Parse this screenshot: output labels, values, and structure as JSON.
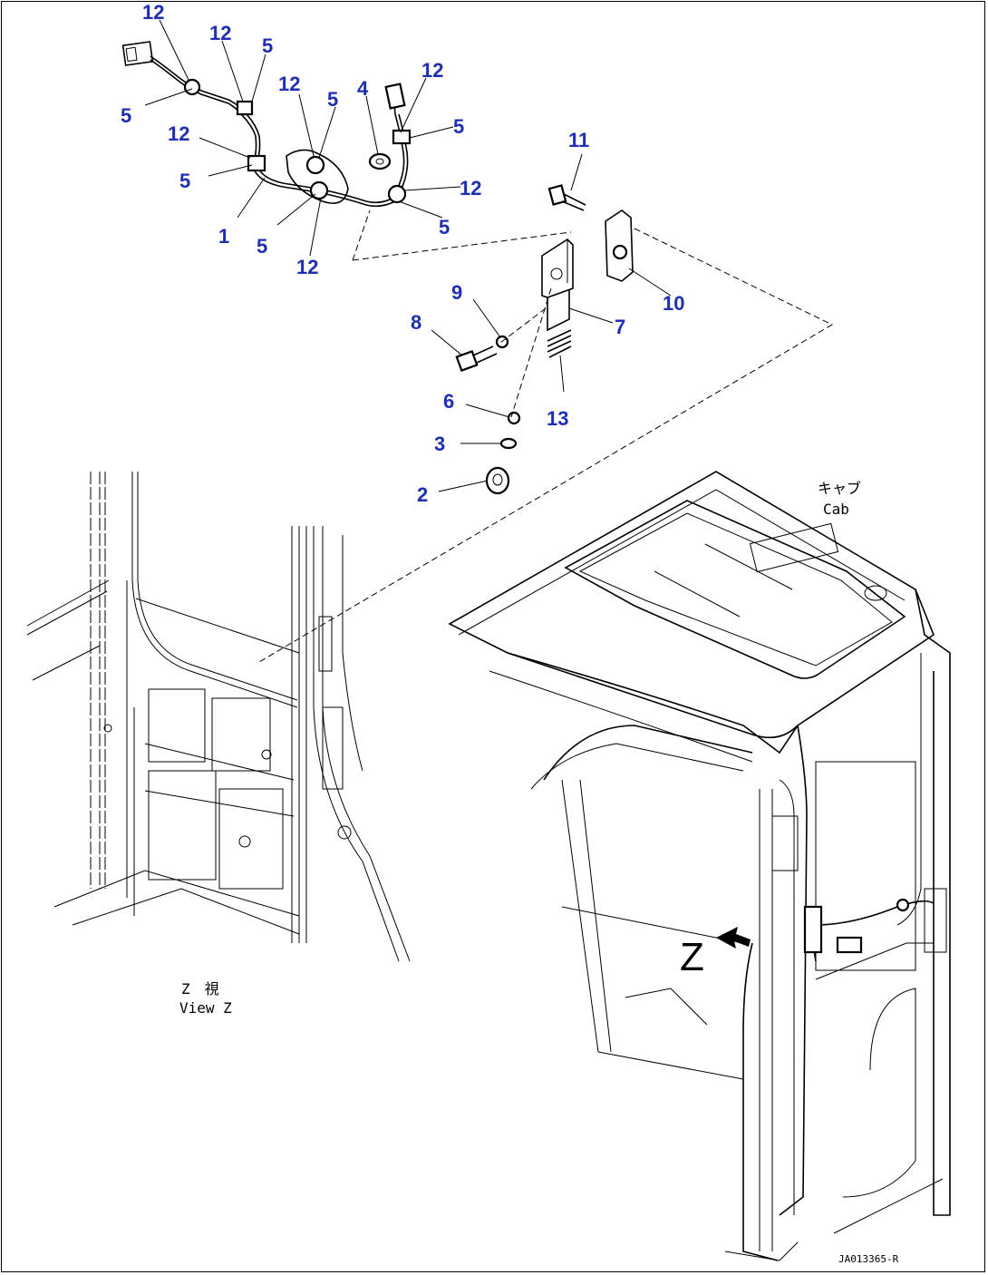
{
  "callouts": [
    {
      "id": "c12a",
      "text": "12"
    },
    {
      "id": "c12b",
      "text": "12"
    },
    {
      "id": "c5a",
      "text": "5"
    },
    {
      "id": "c12c",
      "text": "12"
    },
    {
      "id": "c5b",
      "text": "5"
    },
    {
      "id": "c4",
      "text": "4"
    },
    {
      "id": "c12d",
      "text": "12"
    },
    {
      "id": "c5c",
      "text": "5"
    },
    {
      "id": "c5d",
      "text": "5"
    },
    {
      "id": "c12e",
      "text": "12"
    },
    {
      "id": "c5e",
      "text": "5"
    },
    {
      "id": "c1",
      "text": "1"
    },
    {
      "id": "c5f",
      "text": "5"
    },
    {
      "id": "c12f",
      "text": "12"
    },
    {
      "id": "c5g",
      "text": "5"
    },
    {
      "id": "c12g",
      "text": "12"
    },
    {
      "id": "c11",
      "text": "11"
    },
    {
      "id": "c10",
      "text": "10"
    },
    {
      "id": "c9",
      "text": "9"
    },
    {
      "id": "c8",
      "text": "8"
    },
    {
      "id": "c7",
      "text": "7"
    },
    {
      "id": "c6",
      "text": "6"
    },
    {
      "id": "c13",
      "text": "13"
    },
    {
      "id": "c3",
      "text": "3"
    },
    {
      "id": "c2",
      "text": "2"
    }
  ],
  "labels": {
    "cab_jp": "キャブ",
    "cab_en": "Cab",
    "view_jp": "Z　視",
    "view_en": "View Z",
    "view_arrow": "Z",
    "drawing_code": "JA013365-R"
  }
}
